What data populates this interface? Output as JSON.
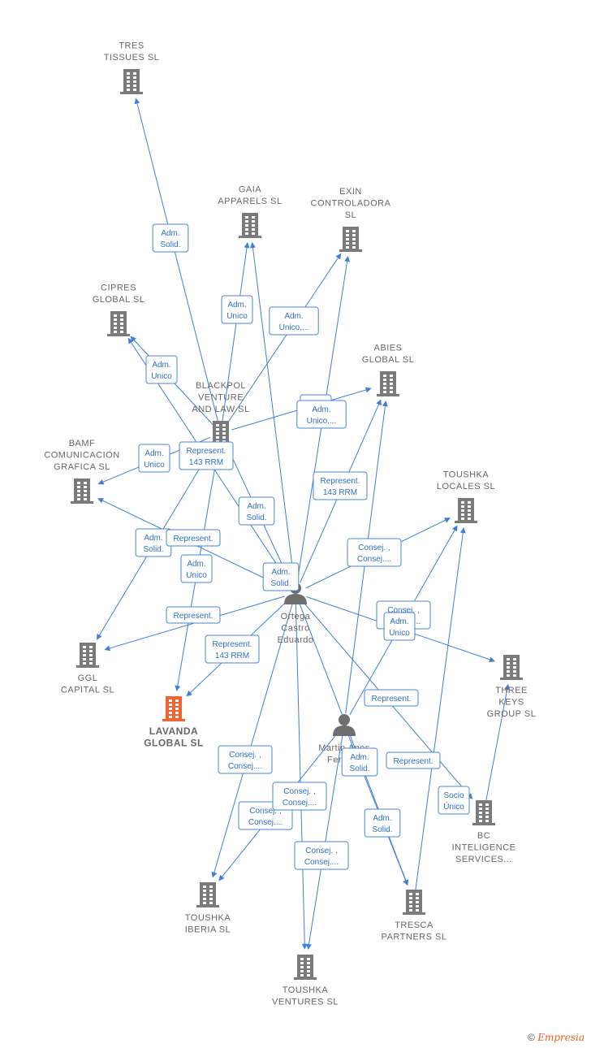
{
  "colors": {
    "edge": "#3d7fd9",
    "company": "#7a7a7a",
    "highlight": "#f26532",
    "person": "#6e6e6e",
    "brand": "#e06020"
  },
  "nodes": [
    {
      "id": "tres",
      "type": "company",
      "icon": "building-icon",
      "lines": [
        "TRES",
        "TISSUES  SL"
      ]
    },
    {
      "id": "gaia",
      "type": "company",
      "icon": "building-icon",
      "lines": [
        "GAIA",
        "APPARELS  SL"
      ]
    },
    {
      "id": "exin",
      "type": "company",
      "icon": "building-icon",
      "lines": [
        "EXIN",
        "CONTROLADORA",
        "SL"
      ]
    },
    {
      "id": "cipres",
      "type": "company",
      "icon": "building-icon",
      "lines": [
        "CIPRES",
        "GLOBAL  SL"
      ]
    },
    {
      "id": "abies",
      "type": "company",
      "icon": "building-icon",
      "lines": [
        "ABIES",
        "GLOBAL  SL"
      ]
    },
    {
      "id": "blackpol",
      "type": "company",
      "icon": "building-icon",
      "lines": [
        "BLACKPOL",
        "VENTURE",
        "AND LAW  SL"
      ]
    },
    {
      "id": "bamf",
      "type": "company",
      "icon": "building-icon",
      "lines": [
        "BAMF",
        "COMUNICACION",
        "GRAFICA  SL"
      ]
    },
    {
      "id": "toushka_locales",
      "type": "company",
      "icon": "building-icon",
      "lines": [
        "TOUSHKA",
        "LOCALES  SL"
      ]
    },
    {
      "id": "ggl",
      "type": "company",
      "icon": "building-icon",
      "lines": [
        "GGL",
        "CAPITAL  SL"
      ]
    },
    {
      "id": "three_keys",
      "type": "company",
      "icon": "building-icon",
      "lines": [
        "THREE",
        "KEYS",
        "GROUP  SL"
      ]
    },
    {
      "id": "lavanda",
      "type": "company",
      "highlight": true,
      "icon": "building-icon",
      "lines": [
        "LAVANDA",
        "GLOBAL  SL"
      ]
    },
    {
      "id": "bc",
      "type": "company",
      "icon": "building-icon",
      "lines": [
        "BC",
        "INTELIGENCE",
        "SERVICES..."
      ]
    },
    {
      "id": "toushka_iberia",
      "type": "company",
      "icon": "building-icon",
      "lines": [
        "TOUSHKA",
        "IBERIA  SL"
      ]
    },
    {
      "id": "tresca",
      "type": "company",
      "icon": "building-icon",
      "lines": [
        "TRESCA",
        "PARTNERS  SL"
      ]
    },
    {
      "id": "toushka_ventures",
      "type": "company",
      "icon": "building-icon",
      "lines": [
        "TOUSHKA",
        "VENTURES  SL"
      ]
    },
    {
      "id": "ortega",
      "type": "person",
      "icon": "person-icon",
      "lines": [
        "Ortega",
        "Castro",
        "Eduardo"
      ]
    },
    {
      "id": "martin",
      "type": "person",
      "icon": "person-icon",
      "lines": [
        "Martin Anes",
        "Ferna..."
      ]
    }
  ],
  "edges": [
    {
      "from": "blackpol",
      "to": "tres",
      "labels": [
        "Adm.",
        "Solid."
      ]
    },
    {
      "from": "blackpol",
      "to": "gaia",
      "labels": [
        "Adm.",
        "Unico"
      ]
    },
    {
      "from": "blackpol",
      "to": "exin",
      "labels": [
        "Adm.",
        "Unico,..."
      ]
    },
    {
      "from": "blackpol",
      "to": "cipres",
      "labels": [
        "Adm.",
        "Unico"
      ]
    },
    {
      "from": "blackpol",
      "to": "abies",
      "labels": [
        "Adm.",
        "Unico"
      ]
    },
    {
      "from": "blackpol",
      "to": "bamf",
      "labels": [
        "Adm.",
        "Unico"
      ]
    },
    {
      "from": "blackpol",
      "to": "lavanda",
      "labels": [
        "Adm.",
        "Unico"
      ]
    },
    {
      "from": "blackpol",
      "to": "ggl",
      "labels": [
        "Adm.",
        "Solid."
      ]
    },
    {
      "from": "ortega",
      "to": "gaia",
      "labels": [
        "Adm.",
        "Solid."
      ]
    },
    {
      "from": "ortega",
      "to": "exin",
      "labels": [
        "Adm.",
        "Unico,..."
      ]
    },
    {
      "from": "ortega",
      "to": "cipres",
      "labels": [
        "Adm.",
        "Solid."
      ]
    },
    {
      "from": "ortega",
      "to": "abies",
      "labels": [
        "Represent.",
        "143 RRM"
      ]
    },
    {
      "from": "ortega",
      "to": "bamf",
      "labels": [
        "Represent."
      ]
    },
    {
      "from": "ortega",
      "to": "blackpol",
      "labels": [
        "Represent.",
        "143 RRM"
      ]
    },
    {
      "from": "ortega",
      "to": "toushka_locales",
      "labels": [
        "Consej. ,",
        "Consej...."
      ]
    },
    {
      "from": "ortega",
      "to": "three_keys",
      "labels": [
        "Consej. ,",
        "Consej...."
      ]
    },
    {
      "from": "ortega",
      "to": "ggl",
      "labels": [
        "Represent."
      ]
    },
    {
      "from": "ortega",
      "to": "lavanda",
      "labels": [
        "Represent.",
        "143 RRM"
      ]
    },
    {
      "from": "ortega",
      "to": "toushka_iberia",
      "labels": [
        "Consej. ,",
        "Consej...."
      ]
    },
    {
      "from": "ortega",
      "to": "toushka_ventures",
      "labels": [
        "Consej. ,",
        "Consej...."
      ]
    },
    {
      "from": "ortega",
      "to": "tresca",
      "labels": [
        "Represent."
      ]
    },
    {
      "from": "ortega",
      "to": "bc",
      "labels": [
        "Represent."
      ]
    },
    {
      "from": "martin",
      "to": "toushka_locales",
      "labels": [
        "Adm.",
        "Unico"
      ]
    },
    {
      "from": "martin",
      "to": "toushka_iberia",
      "labels": [
        "Consej. ,",
        "Consej...."
      ]
    },
    {
      "from": "martin",
      "to": "toushka_ventures",
      "labels": [
        "Consej. ,",
        "Consej...."
      ]
    },
    {
      "from": "martin",
      "to": "tresca",
      "labels": [
        "Adm.",
        "Solid."
      ]
    },
    {
      "from": "martin",
      "to": "abies",
      "labels": [
        "Adm.",
        "Solid."
      ]
    },
    {
      "from": "bc",
      "to": "three_keys",
      "labels": [
        "Socio",
        "Único"
      ]
    },
    {
      "from": "tresca",
      "to": "toushka_locales",
      "labels": []
    }
  ],
  "footer": {
    "copyright": "©",
    "brand": "Empresia"
  }
}
